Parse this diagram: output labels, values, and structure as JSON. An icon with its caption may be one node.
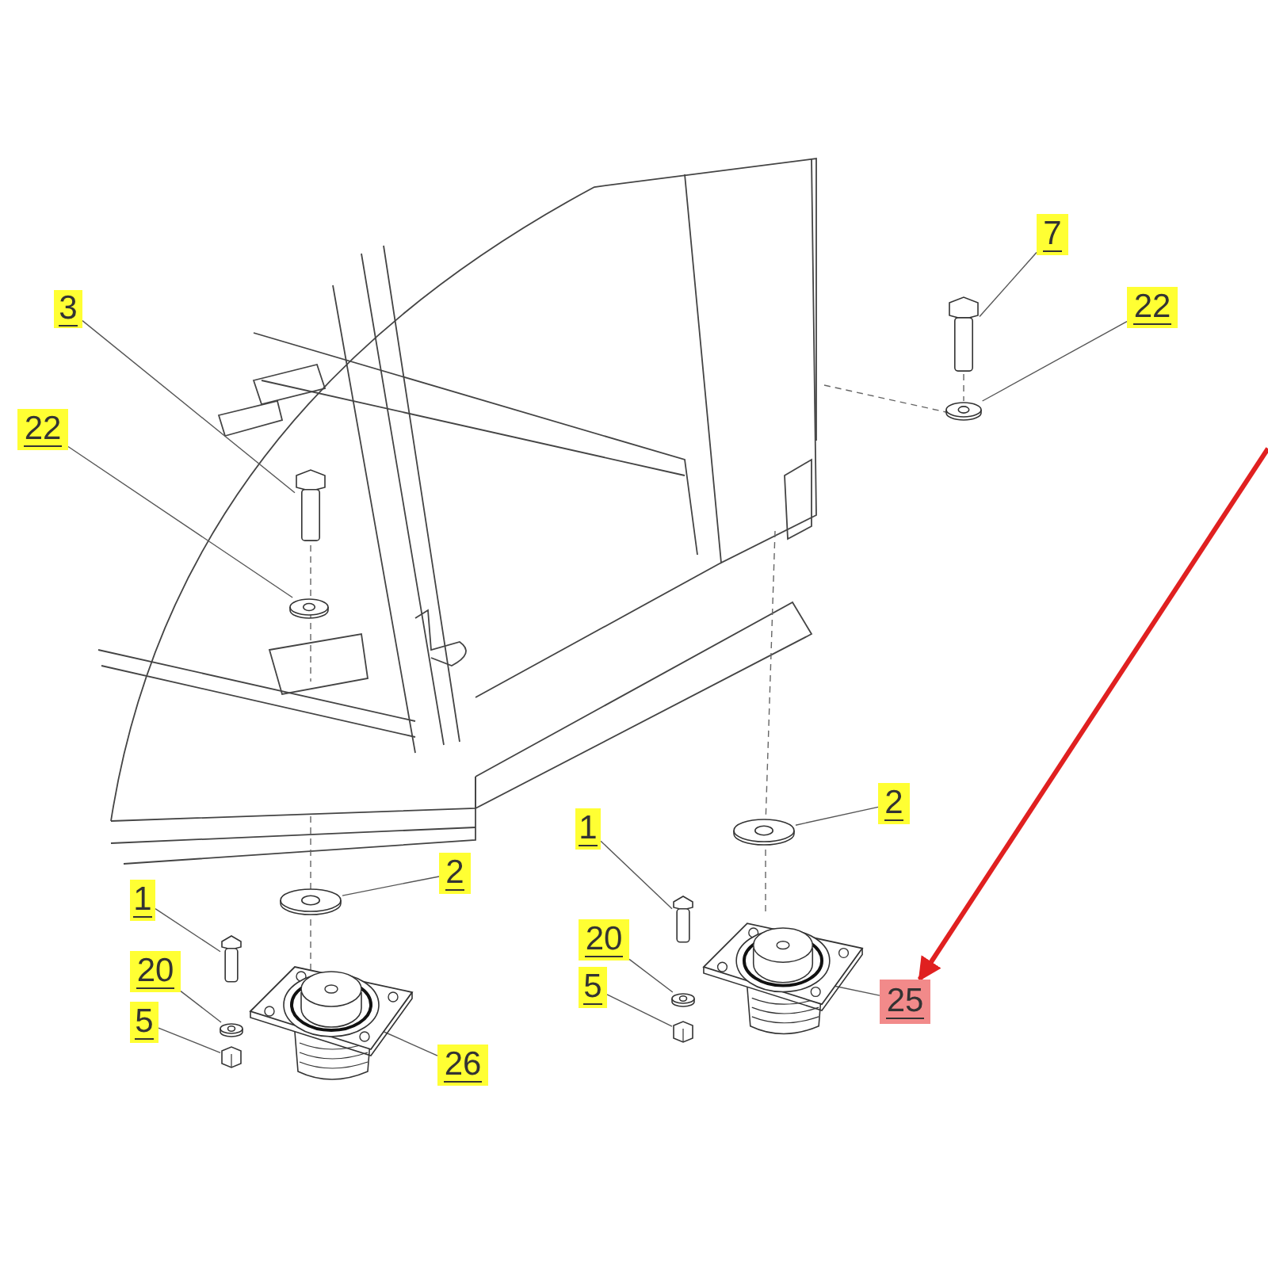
{
  "diagram": {
    "nodes": [
      {
        "text": [
          "3"
        ]
      },
      {
        "text": [],
        "shape": "picture"
      },
      {
        "text": [
          "22"
        ]
      },
      {
        "text": [],
        "shape": "picture"
      },
      {
        "text": [
          "7"
        ]
      },
      {
        "text": [],
        "shape": "picture"
      },
      {
        "text": [
          "22"
        ]
      },
      {
        "text": [],
        "shape": "picture"
      },
      {
        "text": [
          "1"
        ]
      },
      {
        "text": [],
        "shape": "picture"
      },
      {
        "text": [
          "2"
        ]
      },
      {
        "text": [],
        "shape": "picture"
      },
      {
        "text": [
          "20"
        ]
      },
      {
        "text": [],
        "shape": "picture"
      },
      {
        "text": [
          "5"
        ]
      },
      {
        "text": [],
        "shape": "picture"
      },
      {
        "text": [
          "26"
        ]
      },
      {
        "text": [],
        "shape": "picture"
      },
      {
        "text": [
          "1"
        ]
      },
      {
        "text": [],
        "shape": "picture"
      },
      {
        "text": [
          "2"
        ]
      },
      {
        "text": [],
        "shape": "picture"
      },
      {
        "text": [
          "20"
        ]
      },
      {
        "text": [],
        "shape": "picture"
      },
      {
        "text": [
          "5"
        ]
      },
      {
        "text": [],
        "shape": "picture"
      },
      {
        "text": [
          "25"
        ]
      },
      {
        "text": [],
        "shape": "picture"
      }
    ],
    "edges": [
      {
        "from": 0,
        "to": 1,
        "arrow": "none"
      },
      {
        "from": 2,
        "to": 3,
        "arrow": "none"
      },
      {
        "from": 4,
        "to": 5,
        "arrow": "none"
      },
      {
        "from": 6,
        "to": 7,
        "arrow": "none"
      },
      {
        "from": 8,
        "to": 9,
        "arrow": "none"
      },
      {
        "from": 10,
        "to": 11,
        "arrow": "none"
      },
      {
        "from": 12,
        "to": 13,
        "arrow": "none"
      },
      {
        "from": 14,
        "to": 15,
        "arrow": "none"
      },
      {
        "from": 16,
        "to": 17,
        "arrow": "none"
      },
      {
        "from": 18,
        "to": 19,
        "arrow": "none"
      },
      {
        "from": 20,
        "to": 21,
        "arrow": "none"
      },
      {
        "from": 22,
        "to": 23,
        "arrow": "none"
      },
      {
        "from": 24,
        "to": 25,
        "arrow": "none"
      },
      {
        "from": 26,
        "to": 27,
        "arrow": "none"
      },
      {
        "from": null,
        "to": 26,
        "arrow": "to",
        "style": "thick",
        "color": "#e02020"
      }
    ]
  }
}
